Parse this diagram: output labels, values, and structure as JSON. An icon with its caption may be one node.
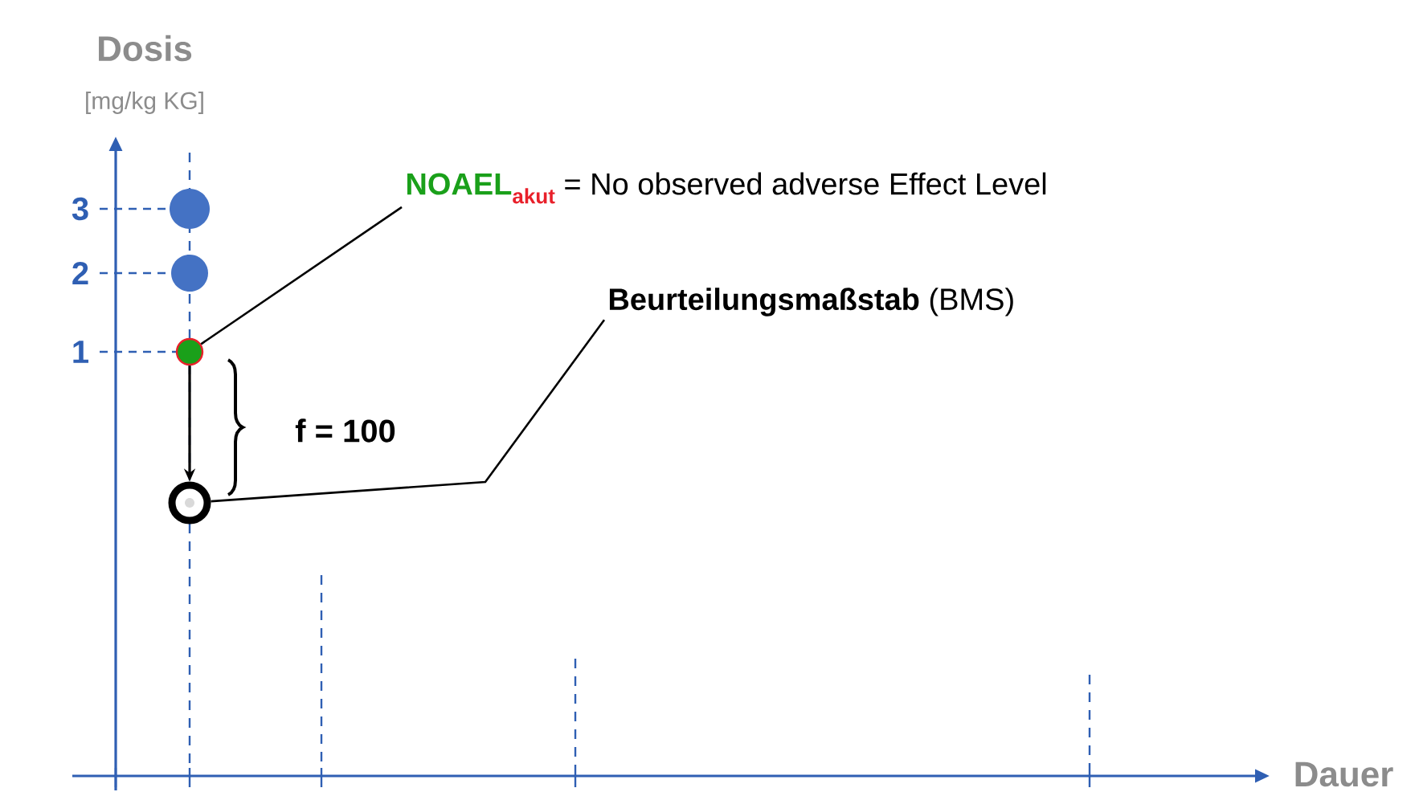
{
  "diagram": {
    "nodes": [
      {
        "text": [],
        "shape": "circle",
        "beside": [
          "3"
        ]
      },
      {
        "text": [],
        "shape": "circle",
        "beside": [
          "2"
        ]
      },
      {
        "text": [],
        "shape": "circle",
        "beside": [
          "1"
        ]
      },
      {
        "text": [],
        "shape": "circle"
      },
      {
        "text": [
          "NOAEL",
          "akut",
          "= No observed adverse Effect Level"
        ]
      },
      {
        "text": [
          "**Beurteilungsmaßstab** (BMS)"
        ]
      }
    ],
    "edges": [
      {
        "from": 4,
        "to": 2,
        "arrow": "none"
      },
      {
        "from": 5,
        "to": 3,
        "arrow": "none"
      },
      {
        "from": 2,
        "to": 3,
        "arrow": "to"
      }
    ],
    "labels": [
      "Dosis",
      "[mg/kg KG]",
      "f = 100",
      "Dauer"
    ]
  }
}
